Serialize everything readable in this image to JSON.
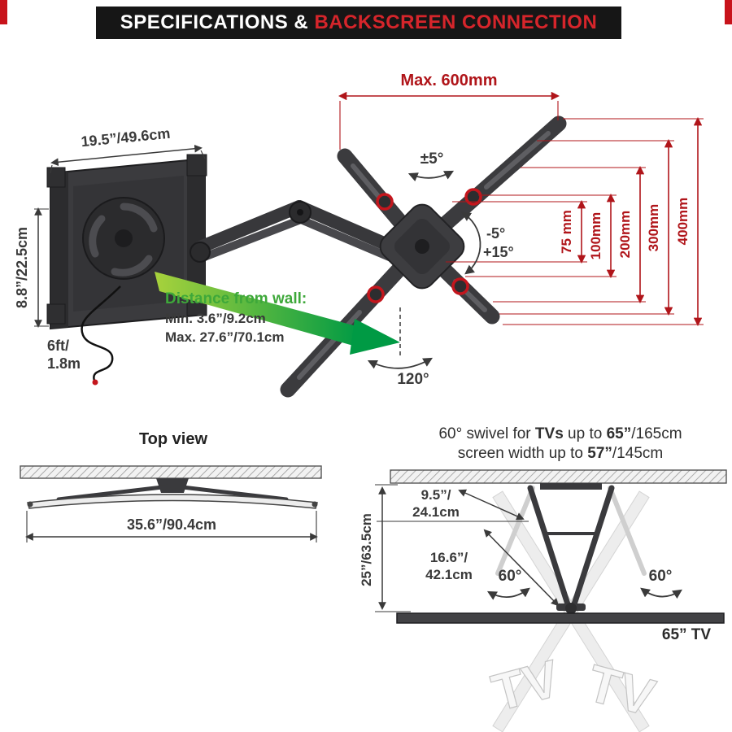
{
  "header": {
    "title_part1": "SPECIFICATIONS & ",
    "title_part2": "BACKSCREEN CONNECTION"
  },
  "front_view": {
    "max_width_label": "Max. 600mm",
    "plate_width_label": "19.5”/49.6cm",
    "plate_height_label": "8.8”/22.5cm",
    "level_adjust_label": "±5°",
    "tilt_up_label": "-5°",
    "tilt_down_label": "+15°",
    "vesa_labels": [
      "75 mm",
      "100mm",
      "200mm",
      "300mm",
      "400mm"
    ],
    "distance_title": "Distance from wall:",
    "distance_min": "Min. 3.6”/9.2cm",
    "distance_max": "Max. 27.6”/70.1cm",
    "cable_line1": "6ft/",
    "cable_line2": "1.8m",
    "swivel_label": "120°"
  },
  "top_view": {
    "title": "Top view",
    "width_label": "35.6”/90.4cm"
  },
  "side_view": {
    "heading_line1": [
      {
        "text": "60° swivel for ",
        "bold": false
      },
      {
        "text": "TVs",
        "bold": true
      },
      {
        "text": " up to ",
        "bold": false
      },
      {
        "text": "65”",
        "bold": true
      },
      {
        "text": "/165cm",
        "bold": false
      }
    ],
    "heading_line2": [
      {
        "text": "screen width up to ",
        "bold": false
      },
      {
        "text": "57”",
        "bold": true
      },
      {
        "text": "/145cm",
        "bold": false
      }
    ],
    "upper_depth_line1": "9.5”/",
    "upper_depth_line2": "24.1cm",
    "total_height_label": "25”/63.5cm",
    "lower_depth_line1": "16.6”/",
    "lower_depth_line2": "42.1cm",
    "swivel_left_label": "60°",
    "swivel_right_label": "60°",
    "tv_size_label": "65” TV",
    "watermark_text": "TV"
  },
  "colors": {
    "dimension_red": "#b0151a",
    "header_red": "#d6252b",
    "accent_green": "#3ea83a",
    "mount_dark": "#3b3b3e"
  }
}
